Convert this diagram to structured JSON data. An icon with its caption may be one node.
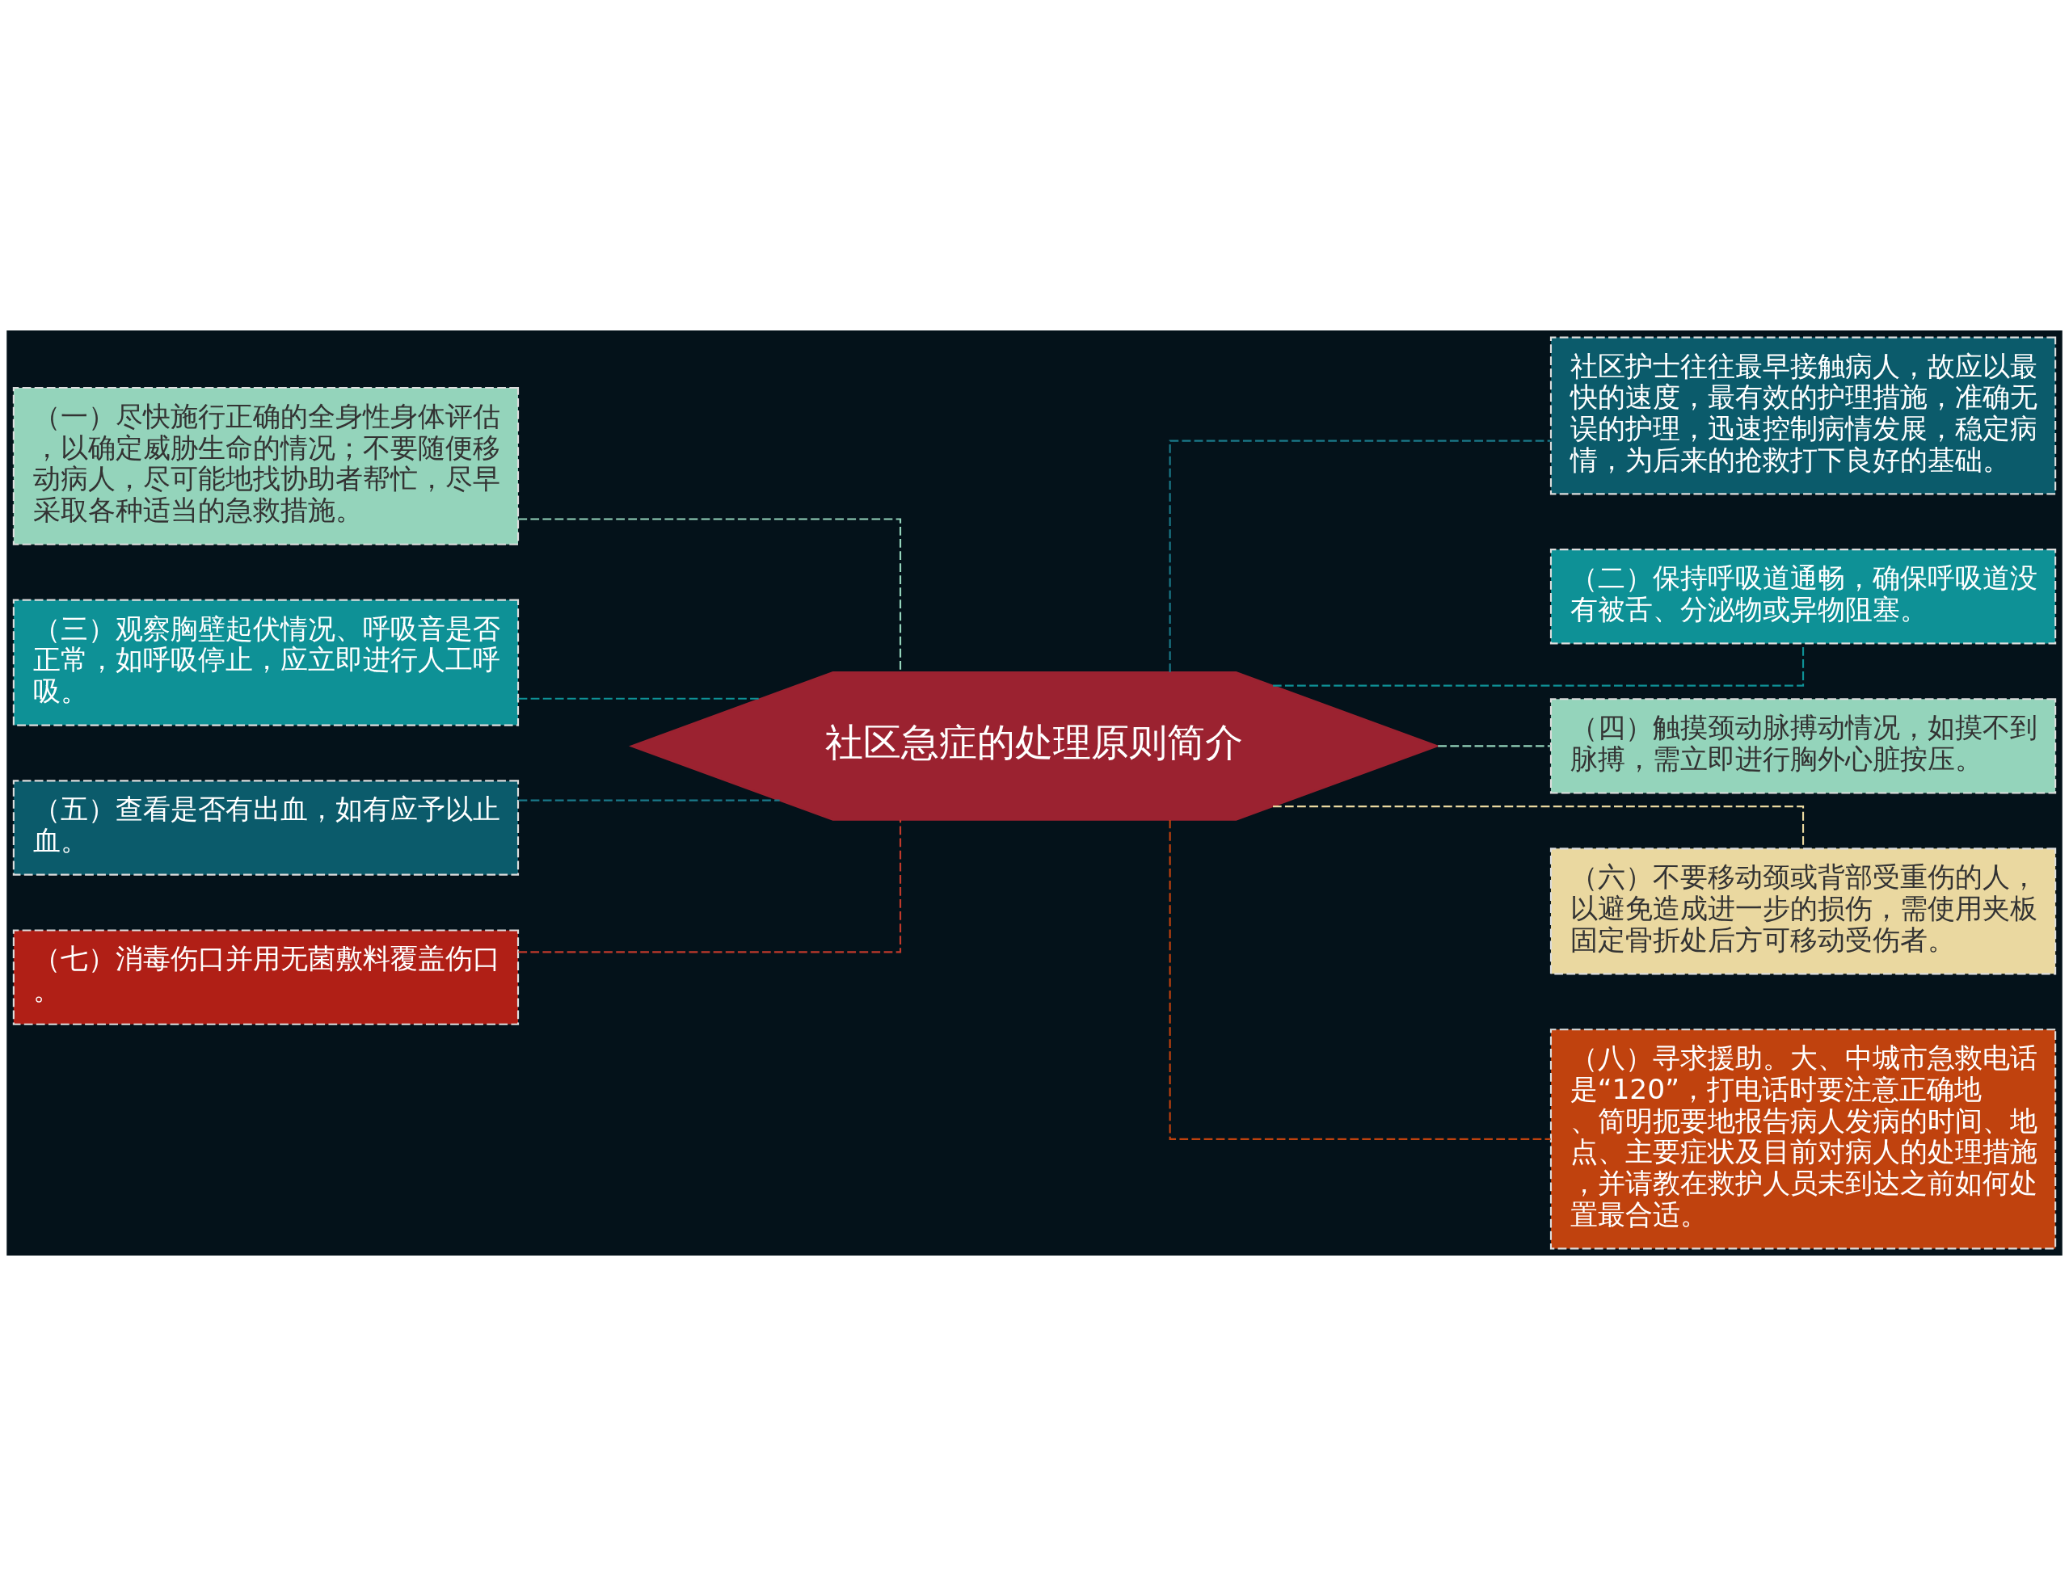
{
  "diagram": {
    "nodes": [
      {
        "text": [
          "社区急症的处理原则简介"
        ]
      },
      {
        "text": [
          "（一）尽快施行正确的全身性身体评估，以确定威胁生命的情况；不要随便移动病人，尽可能地找协助者帮忙，尽早采取各种适当的急救措施。"
        ]
      },
      {
        "text": [
          "社区护士往往最早接触病人，故应以最快的速度，最有效的护理措施，准确无误的护理，迅速控制病情发展，稳定病情，为后来的抢救打下良好的基础。"
        ]
      },
      {
        "text": [
          "（二）保持呼吸道通畅，确保呼吸道没有被舌、分泌物或异物阻塞。"
        ]
      },
      {
        "text": [
          "（三）观察胸壁起伏情况、呼吸音是否正常，如呼吸停止，应立即进行人工呼吸。"
        ]
      },
      {
        "text": [
          "（四）触摸颈动脉搏动情况，如摸不到脉搏，需立即进行胸外心脏按压。"
        ]
      },
      {
        "text": [
          "（五）查看是否有出血，如有应予以止血。"
        ]
      },
      {
        "text": [
          "（六）不要移动颈或背部受重伤的人，以避免造成进一步的损伤，需使用夹板固定骨折处后方可移动受伤者。"
        ]
      },
      {
        "text": [
          "（七）消毒伤口并用无菌敷料覆盖伤口。"
        ]
      },
      {
        "text": [
          "（八）寻求援助。大、中城市急救电话是“120”，打电话时要注意正确地、简明扼要地报告病人发病的时间、地点、主要症状及目前对病人的处理措施，并请教在救护人员未到达之前如何处置最合适。"
        ]
      }
    ],
    "edges": [
      {
        "from": 1,
        "to": 0,
        "arrow": "none",
        "style": "dashed",
        "color": "#94d4bb"
      },
      {
        "from": 0,
        "to": 2,
        "arrow": "none",
        "style": "dashed",
        "color": "#1a7a8a"
      },
      {
        "from": 0,
        "to": 3,
        "arrow": "none",
        "style": "dashed",
        "color": "#0e9196"
      },
      {
        "from": 4,
        "to": 0,
        "arrow": "none",
        "style": "dashed",
        "color": "#0e9196"
      },
      {
        "from": 0,
        "to": 5,
        "arrow": "none",
        "style": "dashed",
        "color": "#94d4bb"
      },
      {
        "from": 6,
        "to": 0,
        "arrow": "none",
        "style": "dashed",
        "color": "#1a7a8a"
      },
      {
        "from": 0,
        "to": 7,
        "arrow": "none",
        "style": "dashed",
        "color": "#ead8a0"
      },
      {
        "from": 8,
        "to": 0,
        "arrow": "none",
        "style": "dashed",
        "color": "#c0392b"
      },
      {
        "from": 0,
        "to": 9,
        "arrow": "none",
        "style": "dashed",
        "color": "#c0420e"
      }
    ]
  }
}
